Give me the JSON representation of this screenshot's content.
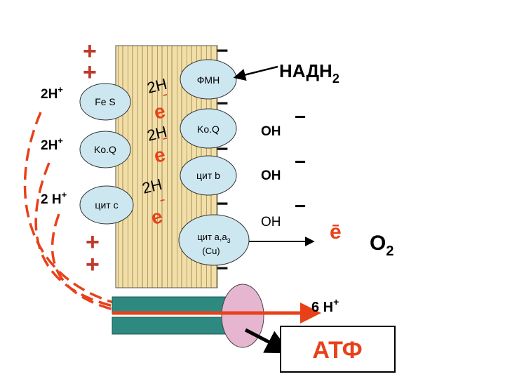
{
  "colors": {
    "membrane": "#f2dfa8",
    "membrane_hatch": "#7f5f29",
    "carrier_fill": "#cde7f0",
    "carrier_stroke": "#333333",
    "atp_synthase_ball": "#e6b6d0",
    "channel_fill": "#2e8a80",
    "proton_arrow": "#e8411a",
    "text": "#000000",
    "atf_text": "#e8411a"
  },
  "outer_protons": {
    "row1": "2H",
    "row2": "2H",
    "row3": "2 H",
    "sup": "+"
  },
  "charges": {
    "plus": "+",
    "minus": "−"
  },
  "carriers_left": {
    "fes": "Fe S",
    "koq": "Ko.Q",
    "cytc": "цит c"
  },
  "carriers_right": {
    "fmn": "ФМН",
    "koq": "Ko.Q",
    "cytb": "цит b",
    "cytaa3_line1": "цит а,а",
    "cytaa3_sub": "3",
    "cytaa3_line2": "(Cu)"
  },
  "membrane_labels": {
    "h1": "2H",
    "h2": "2H",
    "h3": "2H",
    "e": "е",
    "e_bar": "ˉ"
  },
  "right_side": {
    "nadh": "НАДН",
    "nadh_sub": "2",
    "oh1": "OH",
    "oh2": "OH",
    "oh3": "OH",
    "electron": "ē",
    "o2": "O",
    "o2_sub": "2",
    "protons_6": "6 H",
    "protons_sup": "+",
    "atf": "АТФ"
  }
}
